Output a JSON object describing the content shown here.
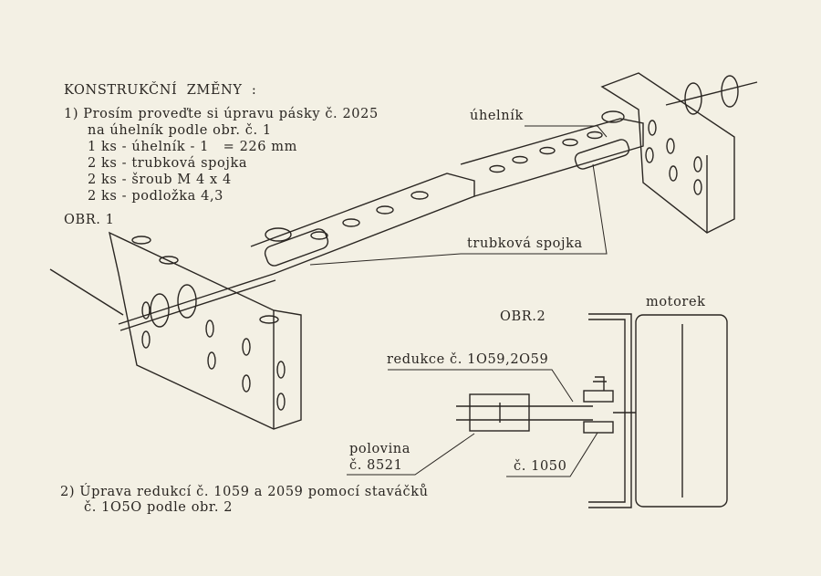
{
  "heading": "KONSTRUKČNÍ  ZMĚNY  :",
  "item1": {
    "line1": "1) Prosím proveďte si úpravu pásky č. 2025",
    "line2": "na úhelník podle obr. č. 1",
    "parts": [
      "1 ks - úhelník - 1   = 226 mm",
      "2 ks - trubková spojka",
      "2 ks - šroub M 4 x 4",
      "2 ks - podložka 4,3"
    ]
  },
  "figure1": {
    "label": "OBR. 1",
    "callout_angle": "úhelník",
    "callout_coupling": "trubková spojka"
  },
  "figure2": {
    "label": "OBR.2",
    "callout_motor": "motorek",
    "callout_reduction": "redukce č. 1O59,2O59",
    "callout_half_line1": "polovina",
    "callout_half_line2": "č. 8521",
    "callout_part": "č. 1050"
  },
  "item2": {
    "line1": "2) Úprava redukcí č. 1059 a 2059 pomocí staváčků",
    "line2": "č. 1O5O podle obr. 2"
  },
  "colors": {
    "paper": "#f3f0e4",
    "ink": "#2a2622"
  }
}
